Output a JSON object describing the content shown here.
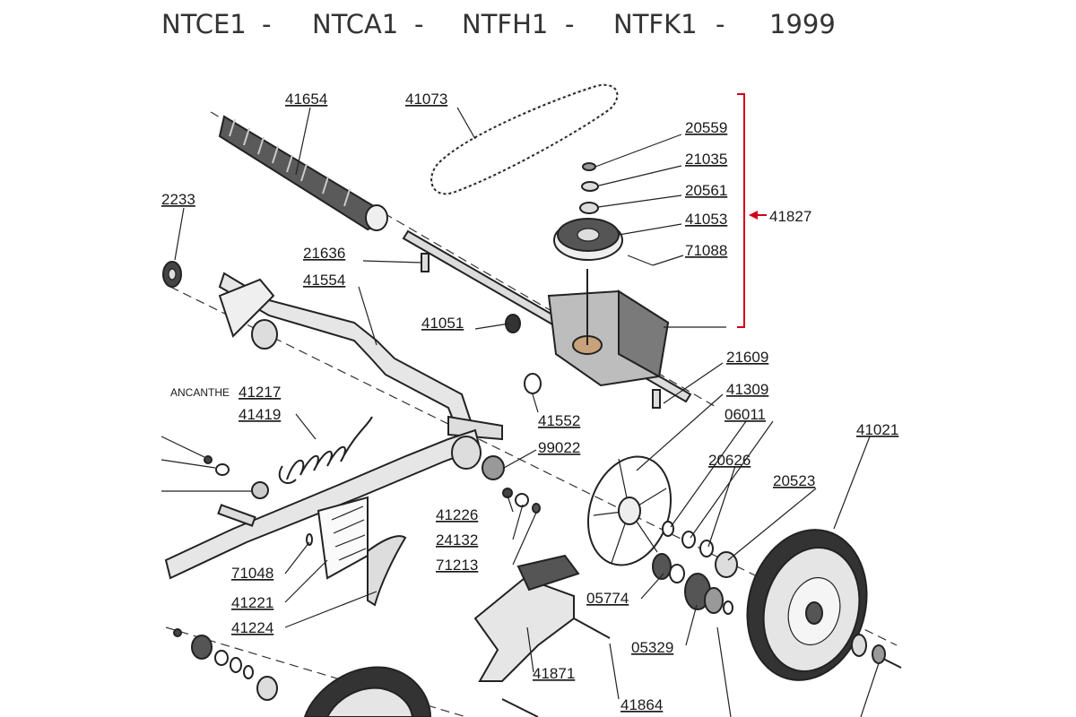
{
  "header": {
    "models": [
      "NTCE1",
      "NTCA1",
      "NTFH1",
      "NTFK1"
    ],
    "separator": "-",
    "year": "1999"
  },
  "assembly": {
    "label": "41827",
    "bracket_color": "#d0021b"
  },
  "side_note": "ANCANTHE",
  "parts": [
    "41654",
    "41073",
    "20559",
    "21035",
    "20561",
    "41053",
    "71088",
    "2233",
    "21636",
    "41554",
    "41051",
    "21609",
    "41309",
    "41552",
    "06011",
    "41217",
    "41419",
    "99022",
    "41021",
    "20626",
    "20523",
    "41226",
    "24132",
    "71213",
    "71048",
    "41221",
    "41224",
    "05774",
    "05329",
    "41871",
    "41864"
  ],
  "colors": {
    "line": "#222222",
    "part_fill": "#e6e6e6",
    "dark_fill": "#555555",
    "background": "#ffffff"
  }
}
